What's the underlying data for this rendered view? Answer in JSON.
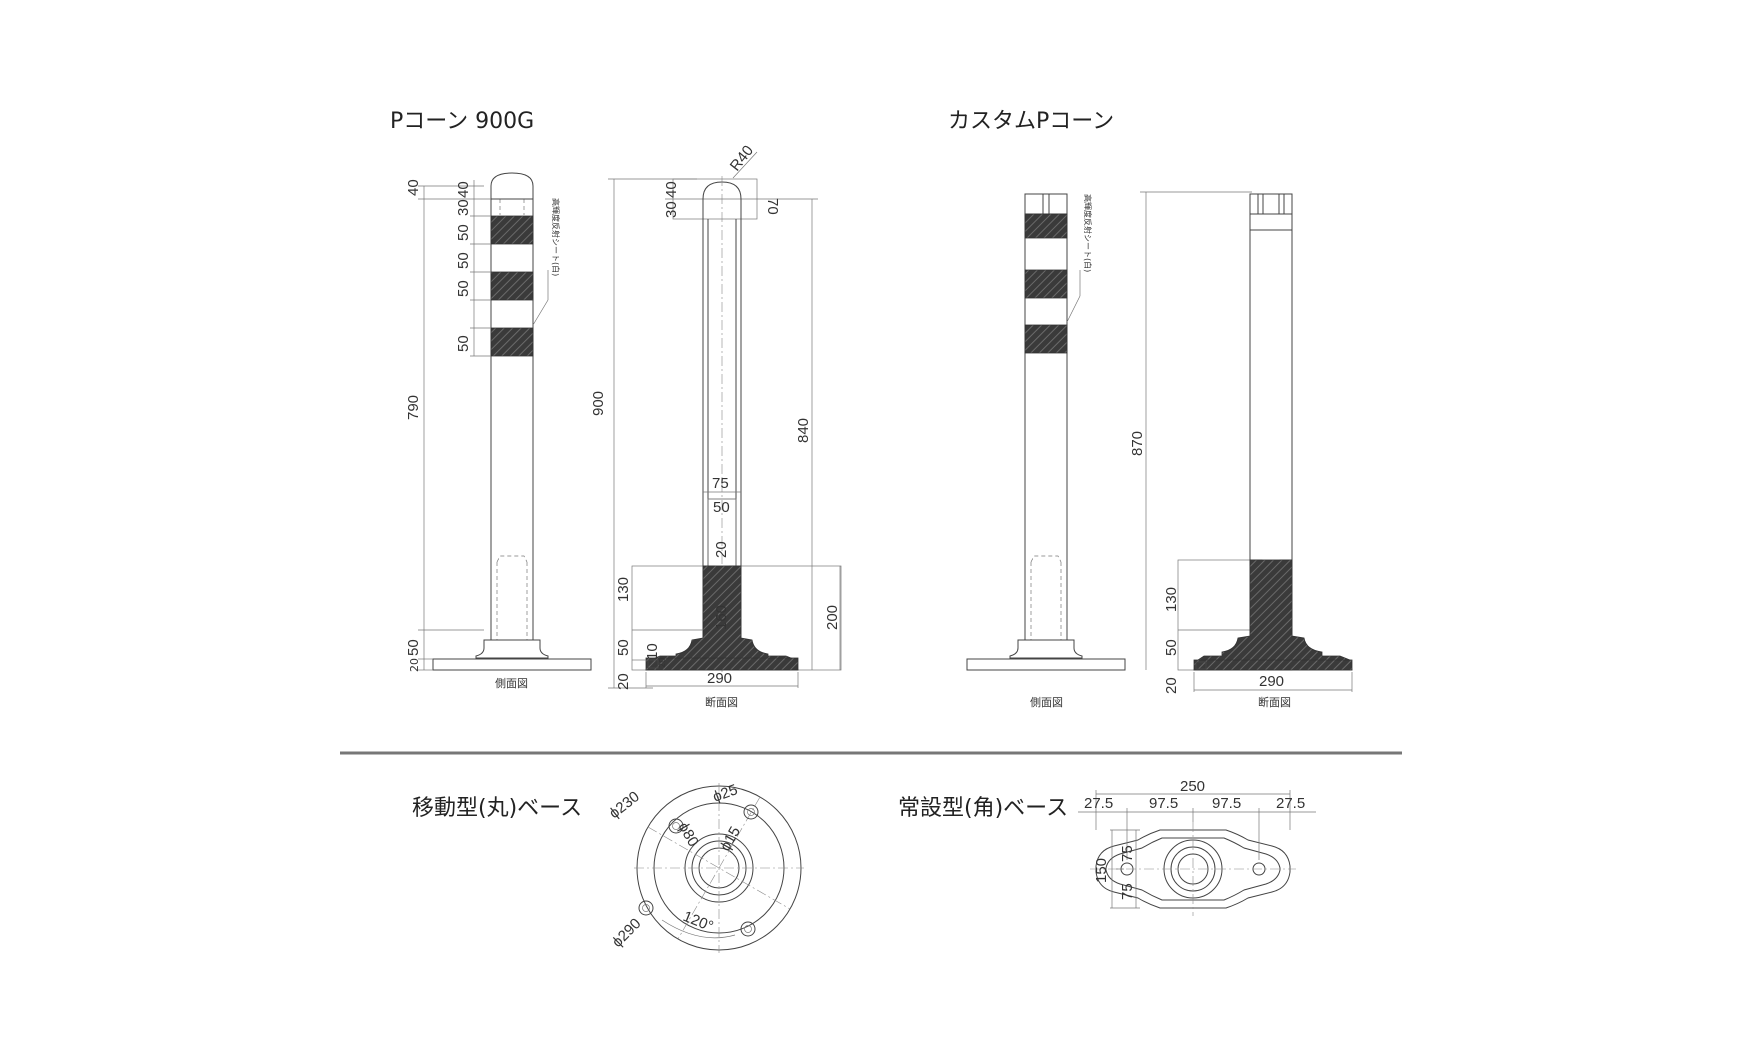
{
  "titles": {
    "pcone900g": "Pコーン 900G",
    "custom": "カスタムPコーン",
    "mobile_base": "移動型(丸)ベース",
    "fixed_base": "常設型(角)ベース"
  },
  "captions": {
    "side": "側面図",
    "section": "断面図",
    "sheet_note": "高輝度反射シート(白)"
  },
  "pcone900g_side_dims": {
    "top": "40",
    "cap_h": "40",
    "gap": "30",
    "band1": "50",
    "band2": "50",
    "band3": "50",
    "band4": "50",
    "body": "790",
    "flange": "50",
    "base": "20"
  },
  "pcone900g_section_dims": {
    "radius": "R40",
    "d40": "40",
    "d30": "30",
    "d70": "70",
    "total": "900",
    "d840": "840",
    "w75": "75",
    "w50": "50",
    "d20": "20",
    "d130": "130",
    "d160": "160",
    "d50": "50",
    "d10": "10",
    "d20small": "20",
    "d200": "200",
    "d20bottom": "20",
    "w290": "290"
  },
  "custom_section_dims": {
    "total": "870",
    "d130": "130",
    "d50": "50",
    "d20": "20",
    "w290": "290"
  },
  "mobile_base_dims": {
    "phi230": "ϕ230",
    "phi25": "ϕ25",
    "phi80": "ϕ80",
    "phi15": "ϕ15",
    "phi290": "ϕ290",
    "angle": "120°"
  },
  "fixed_base_dims": {
    "w250": "250",
    "a": "27.5",
    "b": "97.5",
    "c": "97.5",
    "d": "27.5",
    "h150": "150",
    "h75a": "75",
    "h75b": "75"
  }
}
